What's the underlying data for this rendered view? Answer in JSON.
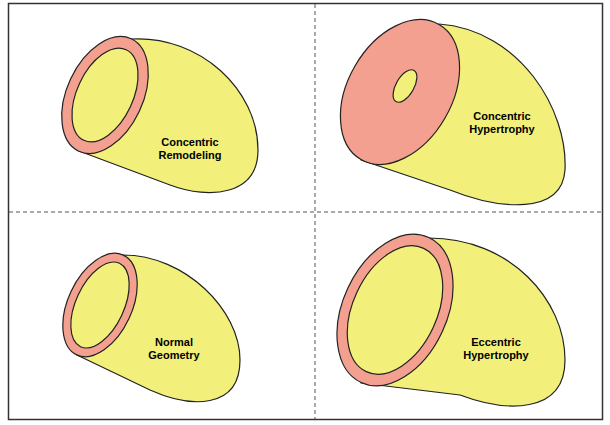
{
  "diagram": {
    "nodes": [
      {
        "text": [
          "Concentric Remodeling"
        ]
      },
      {
        "text": [
          "Concentric Hypertrophy"
        ]
      },
      {
        "text": [
          "Normal Geometry"
        ]
      },
      {
        "text": [
          "Eccentric Hypertrophy"
        ]
      }
    ]
  }
}
